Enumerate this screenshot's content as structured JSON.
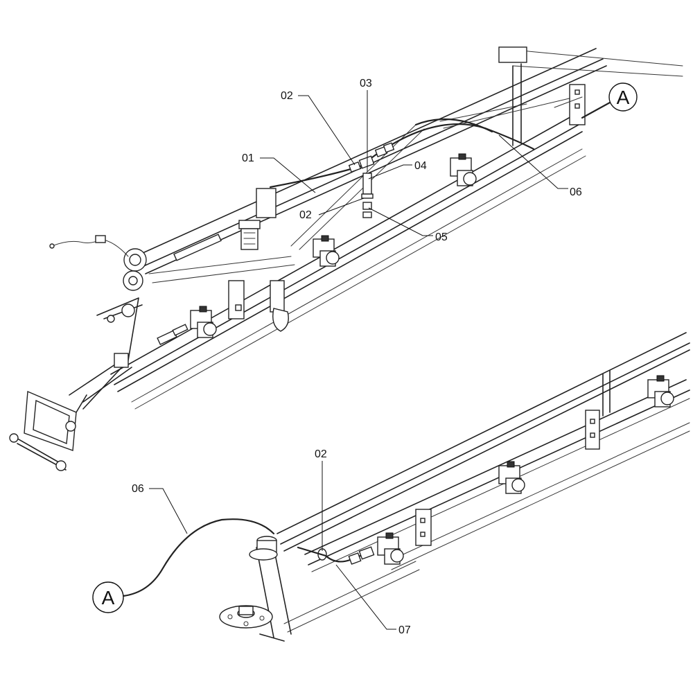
{
  "callouts": {
    "c01": "01",
    "c02_top": "02",
    "c02_mid": "02",
    "c02_bottom": "02",
    "c03": "03",
    "c04": "04",
    "c05": "05",
    "c06_top": "06",
    "c06_bottom": "06",
    "c07": "07"
  },
  "reference_markers": {
    "top": "A",
    "bottom": "A"
  }
}
